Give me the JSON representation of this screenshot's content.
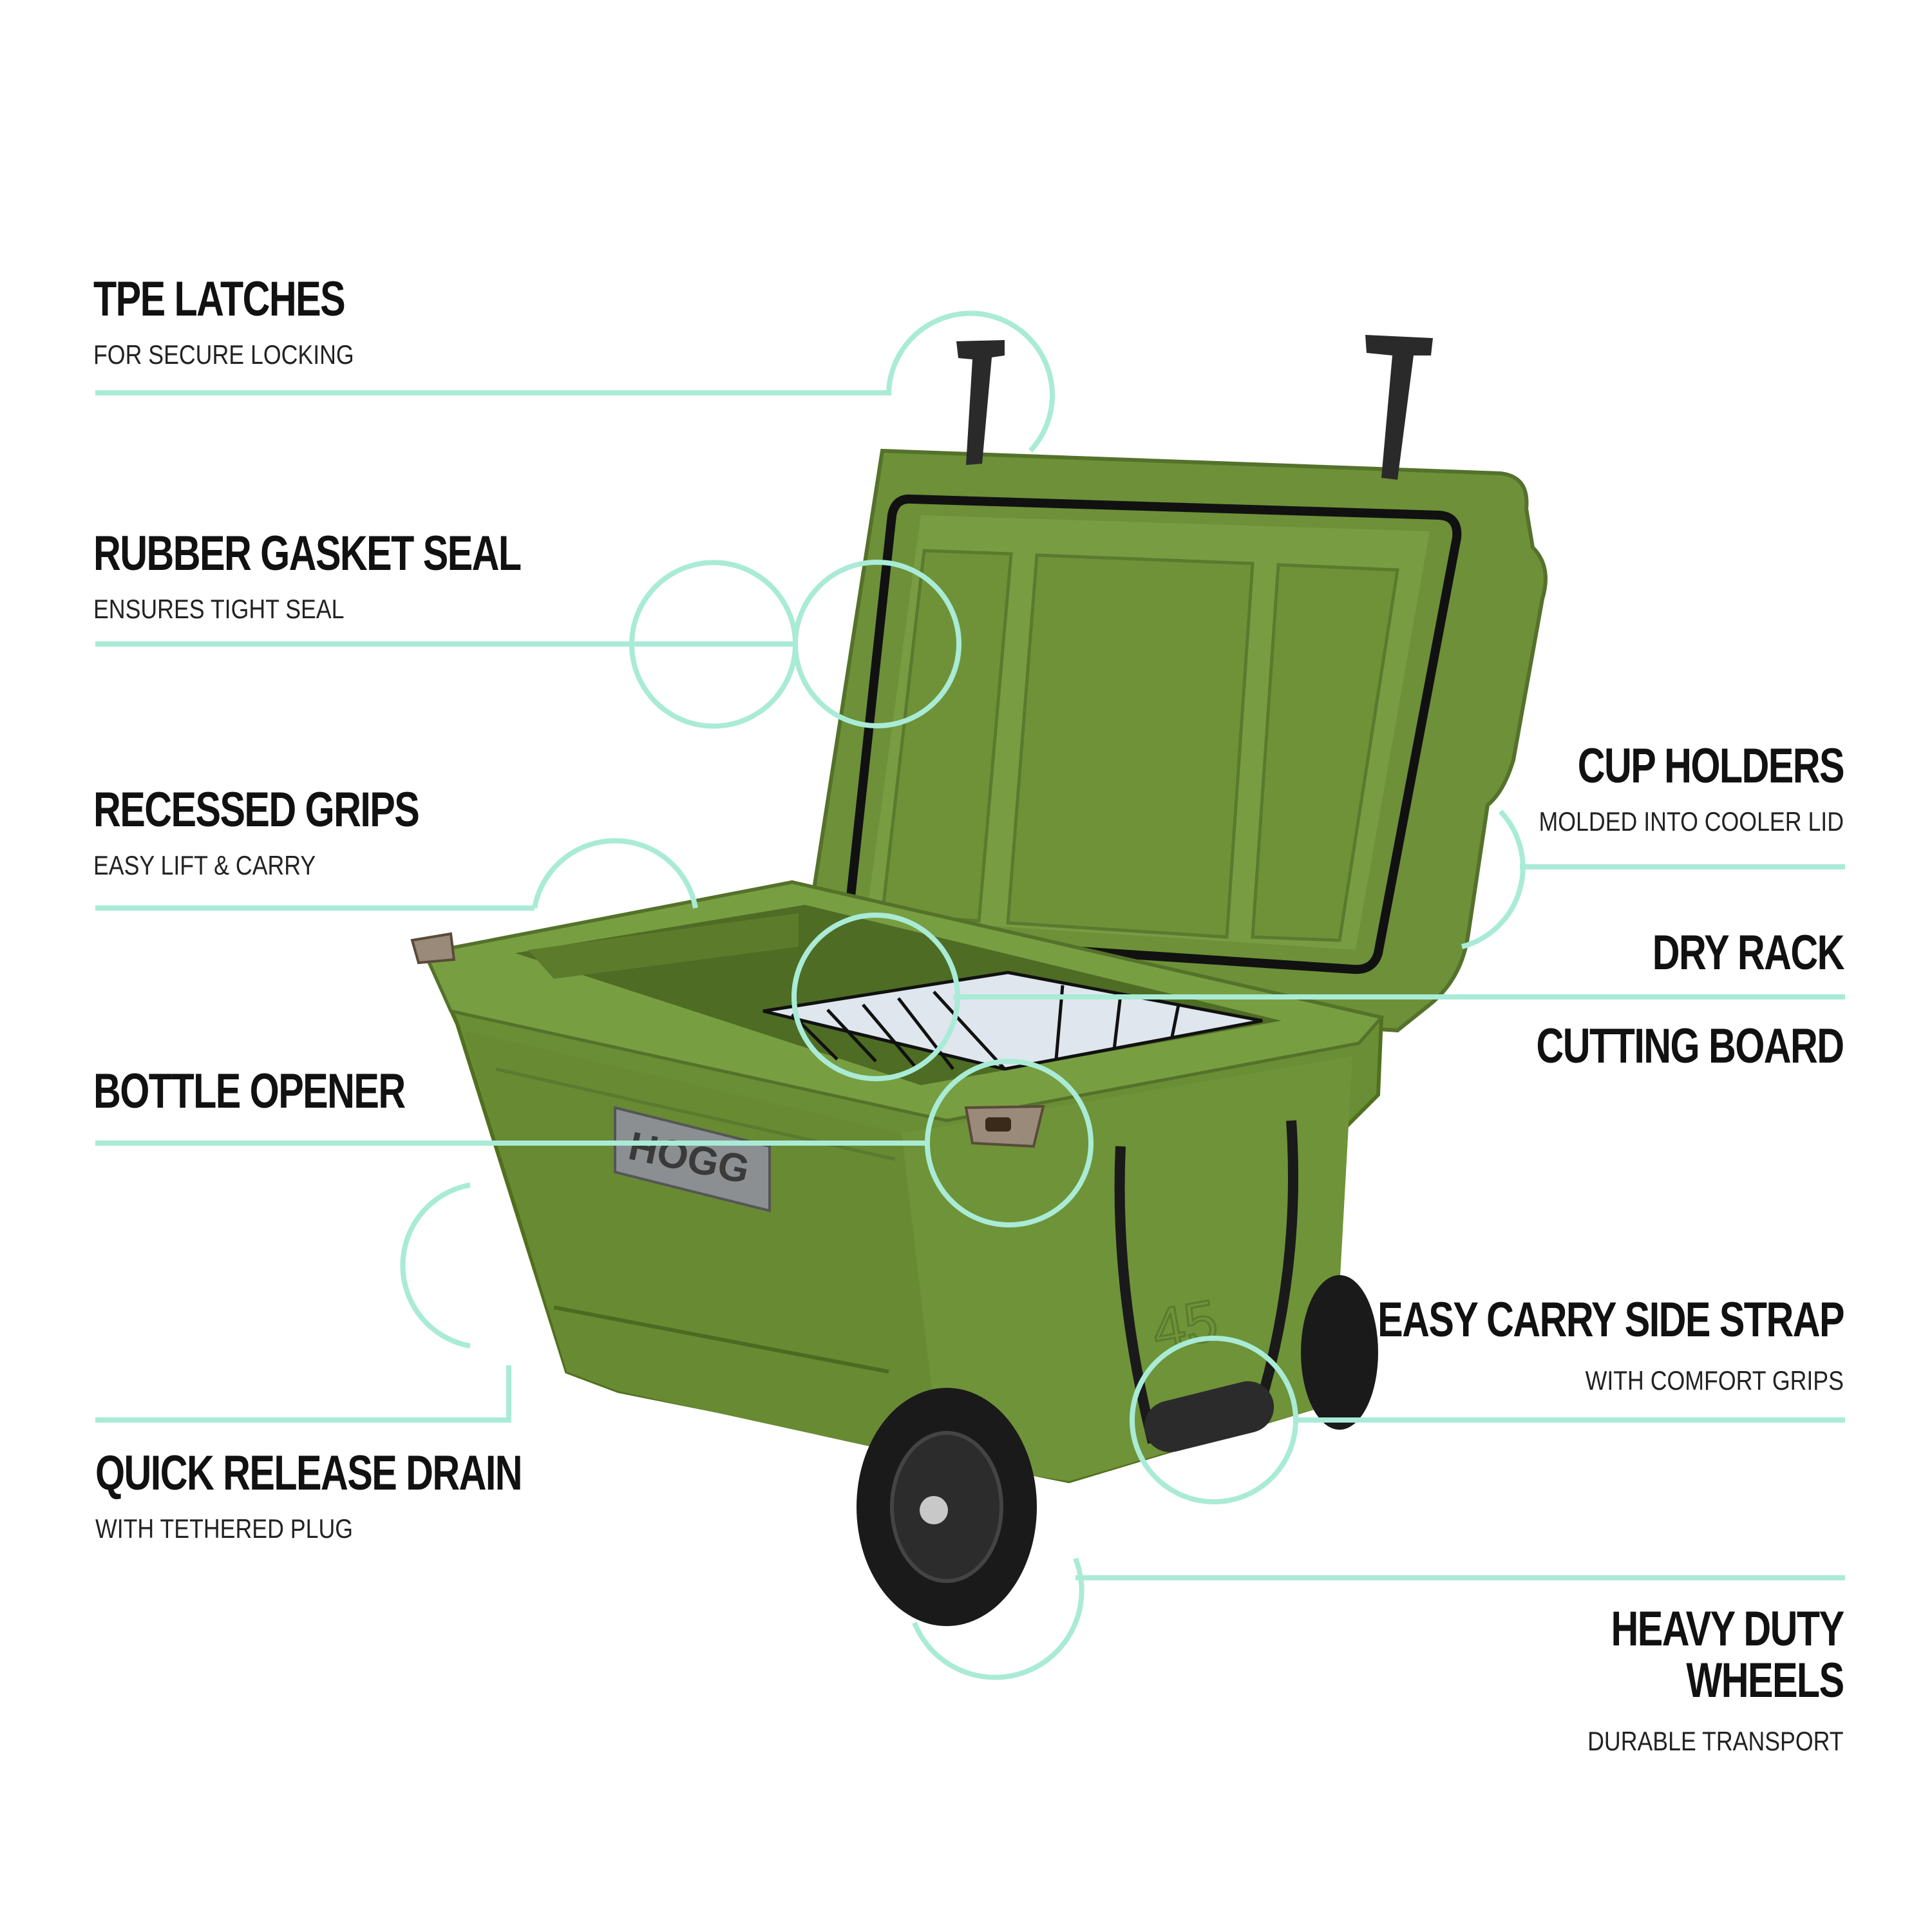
{
  "colors": {
    "callout_line": "#a9ebd6",
    "cooler_green": "#6b8e3a",
    "wheel": "#1a1a1a",
    "label_text": "#111111"
  },
  "brand": {
    "logo_text": "HOGG",
    "size_mark": "45"
  },
  "features_left": [
    {
      "id": "tpe-latches",
      "title": "TPE LATCHES",
      "subtitle": "FOR SECURE LOCKING"
    },
    {
      "id": "rubber-gasket-seal",
      "title": "RUBBER GASKET SEAL",
      "subtitle": "ENSURES TIGHT SEAL"
    },
    {
      "id": "recessed-grips",
      "title": "RECESSED GRIPS",
      "subtitle": "EASY LIFT & CARRY"
    },
    {
      "id": "bottle-opener",
      "title": "BOTTLE OPENER",
      "subtitle": ""
    },
    {
      "id": "quick-release-drain",
      "title": "QUICK RELEASE DRAIN",
      "subtitle": "WITH TETHERED PLUG"
    }
  ],
  "features_right": [
    {
      "id": "cup-holders",
      "title": "CUP HOLDERS",
      "subtitle": "MOLDED INTO COOLER LID"
    },
    {
      "id": "dry-rack",
      "title": "DRY RACK",
      "subtitle": ""
    },
    {
      "id": "cutting-board",
      "title": "CUTTING BOARD",
      "subtitle": ""
    },
    {
      "id": "easy-carry-side-strap",
      "title": "EASY CARRY SIDE STRAP",
      "subtitle": "WITH COMFORT GRIPS"
    },
    {
      "id": "heavy-duty-wheels",
      "title": "HEAVY DUTY\nWHEELS",
      "subtitle": "DURABLE TRANSPORT"
    }
  ]
}
